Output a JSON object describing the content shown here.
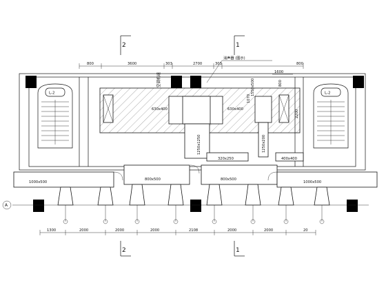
{
  "drawing": {
    "top_dimensions": [
      "800",
      "3600",
      "303",
      "2700",
      "303",
      "800"
    ],
    "bottom_dimensions": [
      "1300",
      "2000",
      "2000",
      "2000",
      "2108",
      "2000",
      "2000",
      "20"
    ],
    "right_dimensions": [
      "1600",
      "800",
      "1070",
      "2200",
      "1550x500",
      "1250x200"
    ],
    "section_marks": {
      "left": "2",
      "right": "1"
    },
    "note_top": "消声器 (图示)",
    "equipment_label": "空调机组",
    "stair_labels": [
      "L-2",
      "L-2"
    ],
    "ducts": {
      "left_main": "1000x500",
      "center_left": "800x500",
      "center_right": "800x500",
      "right_main": "1000x500",
      "riser_a": "630x400",
      "riser_b": "630x400",
      "vertical": "1250x1250",
      "branch": "320x250",
      "branch_right": "400x400"
    },
    "axis_label": "A",
    "colors": {
      "line": "#111111",
      "fill": "#000000",
      "hatch": "#555555"
    }
  }
}
